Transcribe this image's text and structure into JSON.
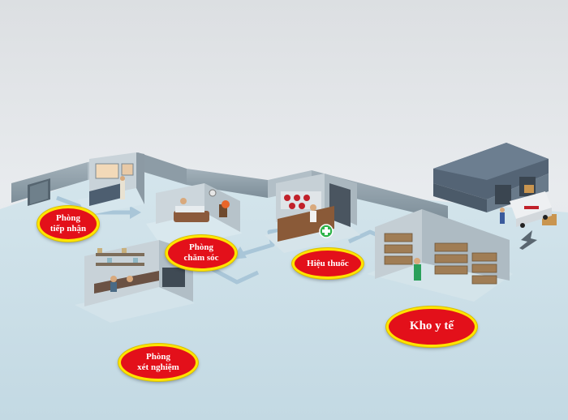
{
  "rooms": {
    "reception": {
      "line1": "Phòng",
      "line2": "tiếp nhận"
    },
    "care": {
      "line1": "Phòng",
      "line2": "chăm sóc"
    },
    "pharmacy": {
      "line1": "Hiệu thuốc"
    },
    "storage": {
      "line1": "Kho y tế"
    },
    "lab": {
      "line1": "Phòng",
      "line2": "xét nghiệm"
    }
  },
  "colors": {
    "label_fill": "#e3101a",
    "label_border": "#ffe400",
    "floor": "#cfe2ea",
    "wall": "#8f9ea8",
    "flow_arrow": "#a9c6d8",
    "cross": "#2fb34a"
  },
  "icons": [
    "pharmacy-cross-icon",
    "flow-arrow-icon",
    "delivery-truck-icon"
  ]
}
